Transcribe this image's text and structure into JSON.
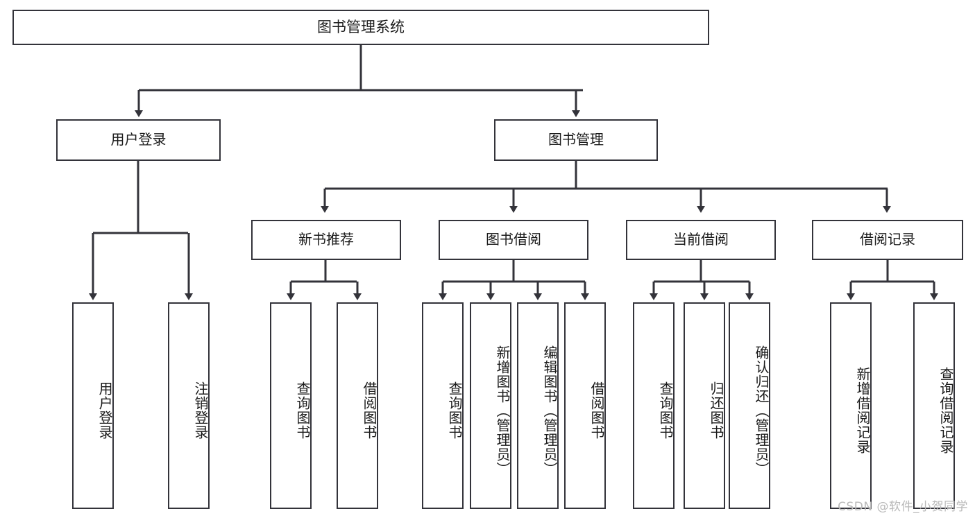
{
  "diagram": {
    "title": "图书管理系统",
    "type": "tree",
    "watermark": "CSDN @软件_小贺同学",
    "colors": {
      "box_border": "#33333a",
      "box_fill": "#ffffff",
      "connector": "#33333a",
      "text": "#1b1b1b",
      "watermark": "#b9b9b9"
    },
    "root": {
      "label": "图书管理系统"
    },
    "level2": [
      {
        "id": "user-login",
        "label": "用户登录"
      },
      {
        "id": "book-manage",
        "label": "图书管理"
      }
    ],
    "level3": [
      {
        "id": "new-book-recommend",
        "label": "新书推荐"
      },
      {
        "id": "book-borrow",
        "label": "图书借阅"
      },
      {
        "id": "current-borrow",
        "label": "当前借阅"
      },
      {
        "id": "borrow-record",
        "label": "借阅记录"
      }
    ],
    "leaves": {
      "user_login": [
        {
          "id": "leaf-user-login",
          "label": "用户登录"
        },
        {
          "id": "leaf-logout-login",
          "label": "注销登录"
        }
      ],
      "new_book_recommend": [
        {
          "id": "leaf-query-book-1",
          "label": "查询图书"
        },
        {
          "id": "leaf-borrow-book-1",
          "label": "借阅图书"
        }
      ],
      "book_borrow": [
        {
          "id": "leaf-query-book-2",
          "label": "查询图书"
        },
        {
          "id": "leaf-add-book",
          "label": "新增图书（管理员）"
        },
        {
          "id": "leaf-edit-book",
          "label": "编辑图书（管理员）"
        },
        {
          "id": "leaf-borrow-book-2",
          "label": "借阅图书"
        }
      ],
      "current_borrow": [
        {
          "id": "leaf-query-book-3",
          "label": "查询图书"
        },
        {
          "id": "leaf-return-book",
          "label": "归还图书"
        },
        {
          "id": "leaf-confirm-return",
          "label": "确认归还（管理员）"
        }
      ],
      "borrow_record": [
        {
          "id": "leaf-add-record",
          "label": "新增借阅记录"
        },
        {
          "id": "leaf-query-record",
          "label": "查询借阅记录"
        }
      ]
    }
  }
}
